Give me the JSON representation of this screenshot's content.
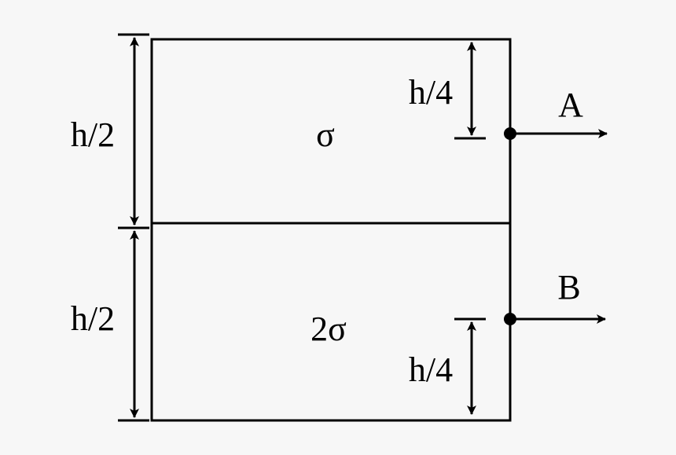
{
  "diagram": {
    "upper_half_label": "h/2",
    "lower_half_label": "h/2",
    "upper_region_label": "σ",
    "lower_region_label": "2σ",
    "upper_quarter_label": "h/4",
    "lower_quarter_label": "h/4",
    "point_a_label": "A",
    "point_b_label": "B",
    "line_color": "#000000",
    "background_color": "#f7f7f7"
  }
}
